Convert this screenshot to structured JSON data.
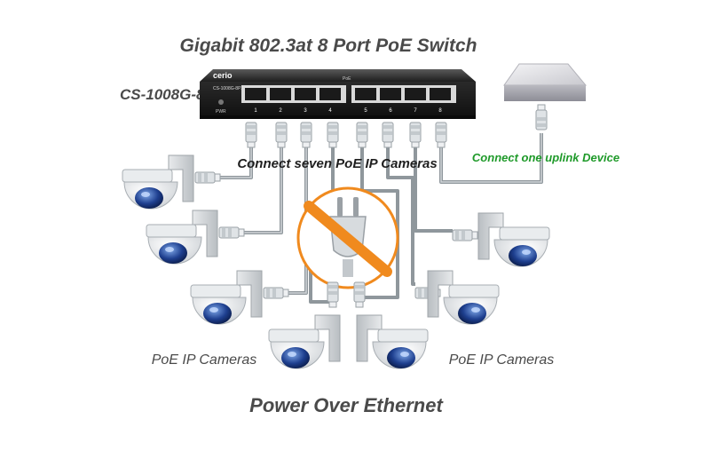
{
  "diagram": {
    "title": "Gigabit 802.3at 8 Port PoE Switch",
    "model": "CS-1008G-8PX",
    "brand": "cerio",
    "switch_model_small": "CS-1008G-8PX",
    "pwr_label": "PWR",
    "poe_label": "PoE",
    "port_numbers": [
      "1",
      "2",
      "3",
      "4",
      "5",
      "6",
      "7",
      "8"
    ],
    "cameras_label": "Connect seven PoE IP Cameras",
    "uplink_label": "Connect one uplink Device",
    "left_cameras_label": "PoE IP Cameras",
    "right_cameras_label": "PoE IP Cameras",
    "footer": "Power Over Ethernet",
    "colors": {
      "cable": "#8f979c",
      "uplink_text": "#1f9a2a",
      "no_power_circle": "#f08a1e",
      "camera_lens": "#1e3f8f"
    },
    "icons": [
      "poe-switch-icon",
      "uplink-device-icon",
      "no-power-plug-icon",
      "dome-camera-icon",
      "rj45-connector-icon"
    ]
  }
}
